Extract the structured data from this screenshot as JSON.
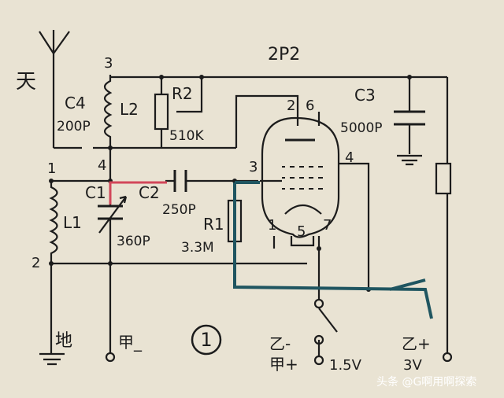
{
  "diagram": {
    "tube": "2P2",
    "figure_number": "1",
    "antenna": "天",
    "ground": "地",
    "labels": {
      "c4": "C4",
      "c4_val": "200P",
      "l2": "L2",
      "n3": "3",
      "r2": "R2",
      "r2_val": "510K",
      "c3": "C3",
      "c3_val": "5000P",
      "n1": "1",
      "n4": "4",
      "n2": "2",
      "l1": "L1",
      "c1": "C1",
      "c1_val": "360P",
      "c2": "C2",
      "c2_val": "250P",
      "r1": "R1",
      "r1_val": "3.3M",
      "pin3": "3",
      "pin2": "2",
      "pin6": "6",
      "pin4": "4",
      "pin1": "1",
      "pin5": "5",
      "pin7": "7",
      "jia_minus": "甲_",
      "yi_minus": "乙-",
      "jia_plus": "甲+",
      "v15": "1.5V",
      "yi_plus": "乙+",
      "v3": "3V"
    },
    "colors": {
      "ink": "#1c1c1c",
      "red": "#d2475a",
      "blue": "#1f5560",
      "paper": "#e9e3d3"
    }
  },
  "watermark": {
    "text": "头条 @G啊用啊探索"
  }
}
